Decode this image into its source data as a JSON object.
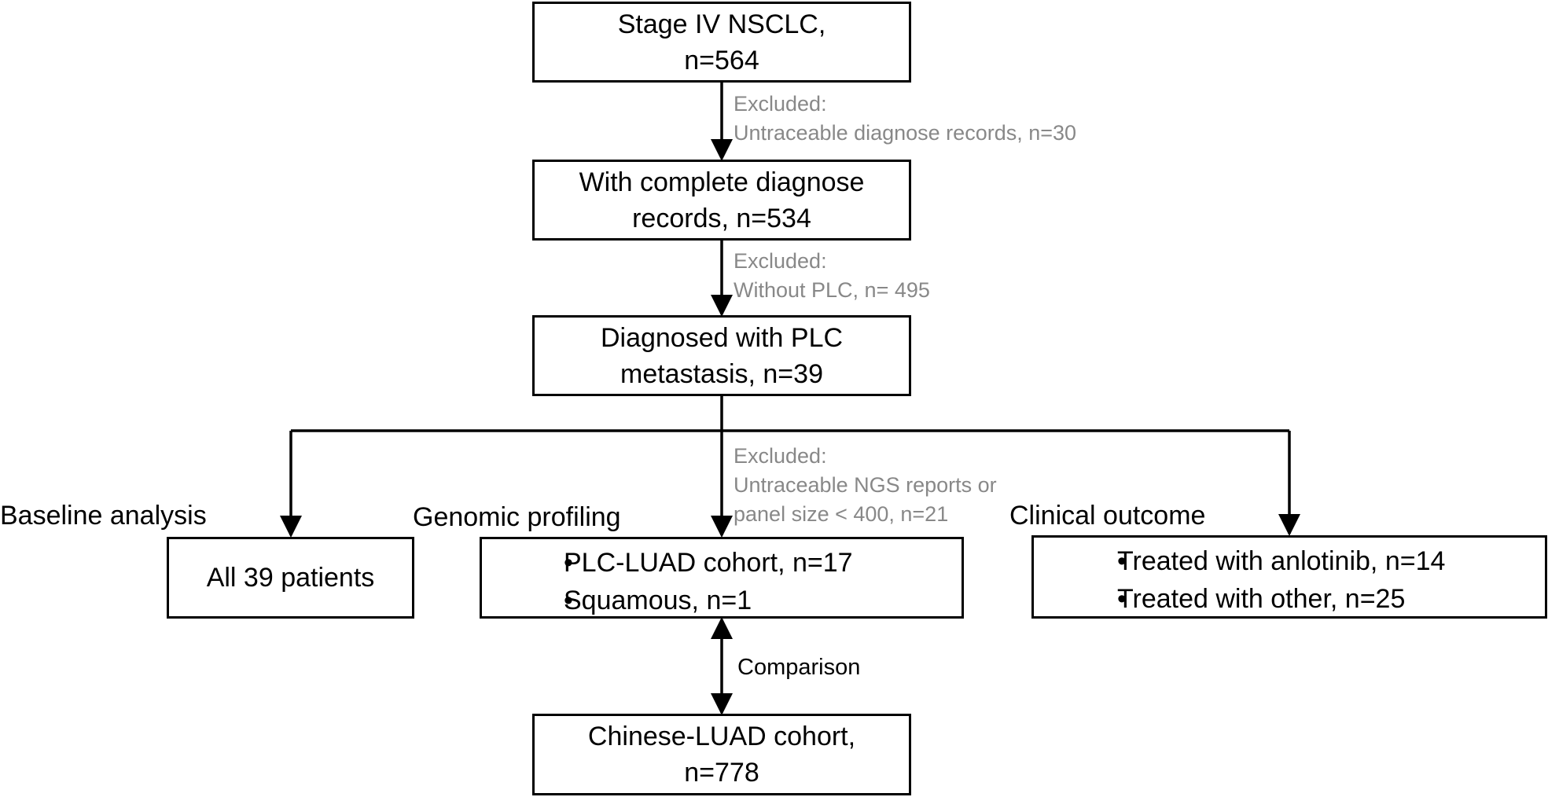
{
  "nodes": {
    "stage4": {
      "lines": [
        "Stage IV NSCLC,",
        "n=564"
      ]
    },
    "complete": {
      "lines": [
        "With complete diagnose",
        "records, n=534"
      ]
    },
    "plc": {
      "lines": [
        "Diagnosed with PLC",
        "metastasis, n=39"
      ]
    },
    "all39": {
      "lines": [
        "All 39 patients"
      ]
    },
    "genomic": {
      "items": [
        "PLC-LUAD cohort, n=17",
        "Squamous, n=1"
      ]
    },
    "clinical": {
      "items": [
        "Treated with anlotinib, n=14",
        "Treated with other, n=25"
      ]
    },
    "chinese": {
      "lines": [
        "Chinese-LUAD cohort,",
        "n=778"
      ]
    }
  },
  "exclusions": {
    "ex1": {
      "lines": [
        "Excluded:",
        "Untraceable diagnose records, n=30"
      ]
    },
    "ex2": {
      "lines": [
        "Excluded:",
        "Without PLC, n= 495"
      ]
    },
    "ex3": {
      "lines": [
        "Excluded:",
        "Untraceable NGS reports or",
        "panel size < 400, n=21"
      ]
    }
  },
  "section_labels": {
    "baseline": "Baseline analysis",
    "genomic": "Genomic profiling",
    "clinical": "Clinical outcome"
  },
  "comparison_label": "Comparison",
  "colors": {
    "line": "#000000",
    "exclusion_text": "#888888"
  }
}
